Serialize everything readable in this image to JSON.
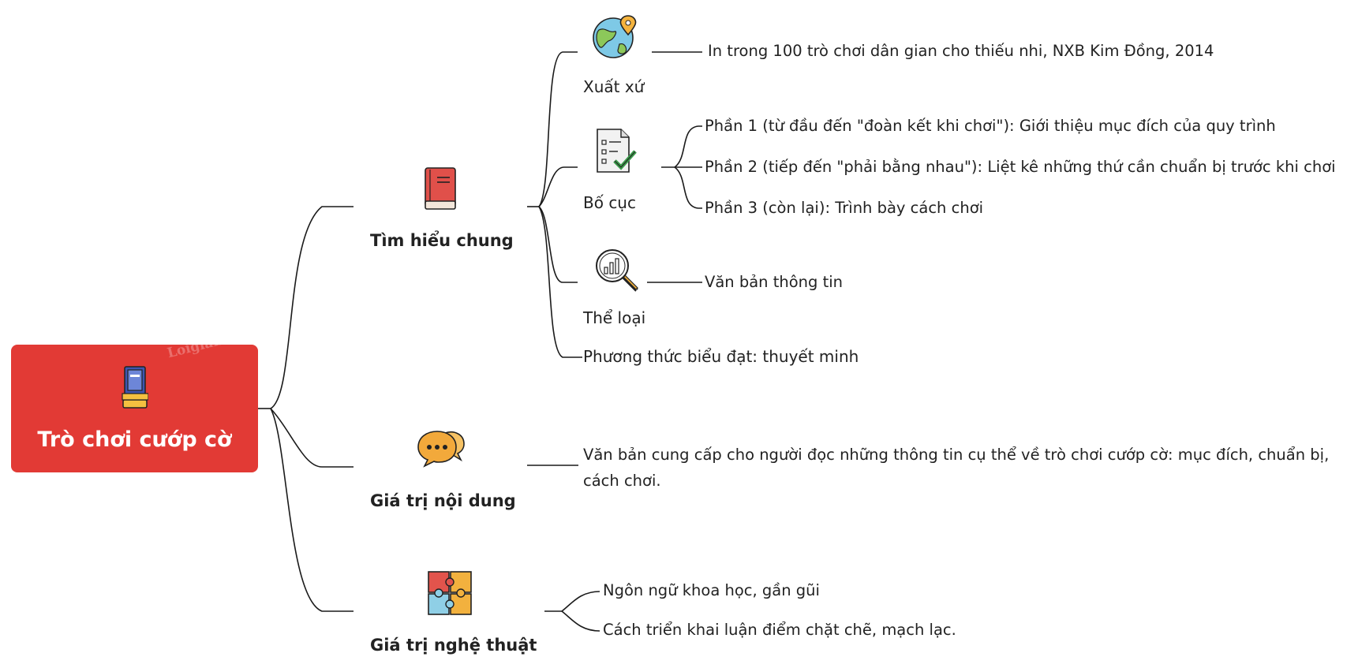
{
  "root": {
    "title": "Trò chơi cướp cờ",
    "watermark": "Loigiaihay",
    "icon": "book-icon"
  },
  "branches": {
    "general": {
      "label": "Tìm hiểu chung",
      "icon": "red-book-icon",
      "origin": {
        "label": "Xuất xứ",
        "icon": "globe-pin-icon",
        "text": "In trong 100 trò chơi dân gian cho thiếu nhi, NXB Kim Đồng, 2014"
      },
      "layout": {
        "label": "Bố cục",
        "icon": "checklist-icon",
        "parts": [
          "Phần 1 (từ đầu đến \"đoàn kết khi chơi\"): Giới thiệu mục đích của quy trình",
          "Phần 2 (tiếp đến \"phải bằng nhau\"): Liệt kê những thứ cần chuẩn bị trước khi chơi",
          "Phần 3 (còn lại): Trình bày cách chơi"
        ]
      },
      "genre": {
        "label": "Thể loại",
        "icon": "magnifier-chart-icon",
        "text": "Văn bản thông tin"
      },
      "mode": {
        "label": "Phương thức biểu đạt: thuyết minh"
      }
    },
    "content": {
      "label": "Giá trị nội dung",
      "icon": "chat-bubbles-icon",
      "text": "Văn bản cung cấp cho người đọc những thông tin cụ thể về trò chơi cướp cờ: mục đích, chuẩn bị, cách chơi."
    },
    "art": {
      "label": "Giá trị nghệ thuật",
      "icon": "puzzle-icon",
      "items": [
        "Ngôn ngữ khoa học, gần gũi",
        "Cách triển khai luận điểm chặt chẽ, mạch lạc."
      ]
    }
  },
  "colors": {
    "root_fill": "#e23a35",
    "line": "#1a1a1a",
    "text": "#222222"
  }
}
